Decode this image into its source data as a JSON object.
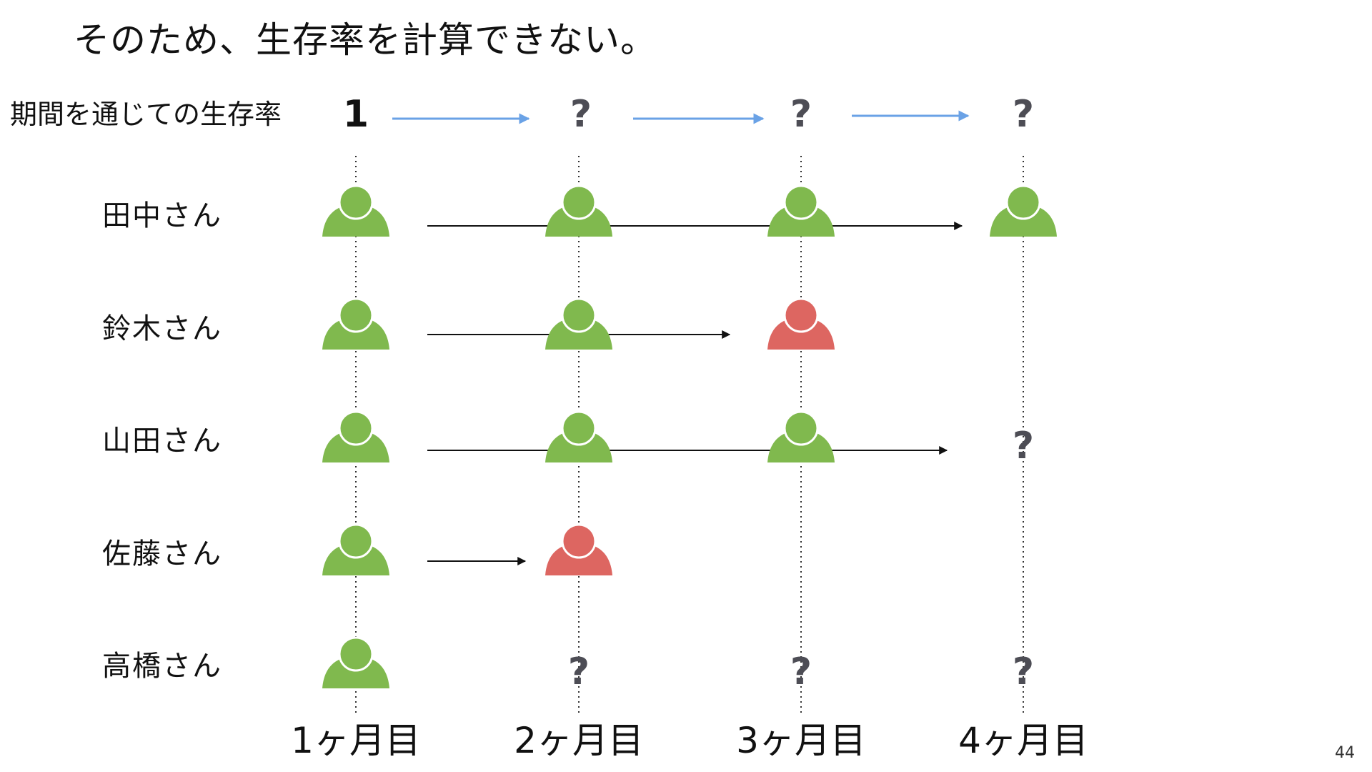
{
  "title": "そのため、生存率を計算できない。",
  "survival_row": {
    "label": "期間を通じての生存率",
    "values": [
      "1",
      "?",
      "?",
      "?"
    ]
  },
  "months": [
    "1ヶ月目",
    "2ヶ月目",
    "3ヶ月目",
    "4ヶ月目"
  ],
  "people": [
    {
      "name": "田中さん",
      "status": [
        "alive",
        "alive",
        "alive",
        "alive"
      ]
    },
    {
      "name": "鈴木さん",
      "status": [
        "alive",
        "alive",
        "dead",
        "none"
      ]
    },
    {
      "name": "山田さん",
      "status": [
        "alive",
        "alive",
        "alive",
        "unknown"
      ]
    },
    {
      "name": "佐藤さん",
      "status": [
        "alive",
        "dead",
        "none",
        "none"
      ]
    },
    {
      "name": "高橋さん",
      "status": [
        "alive",
        "unknown",
        "unknown",
        "unknown"
      ]
    }
  ],
  "unknown_symbol": "?",
  "page_number": "44",
  "colors": {
    "alive": "#80b94e",
    "dead": "#dd6661",
    "survival_arrow": "#6aa2e6",
    "timeline_arrow": "#111111",
    "question": "#4d4d55"
  }
}
